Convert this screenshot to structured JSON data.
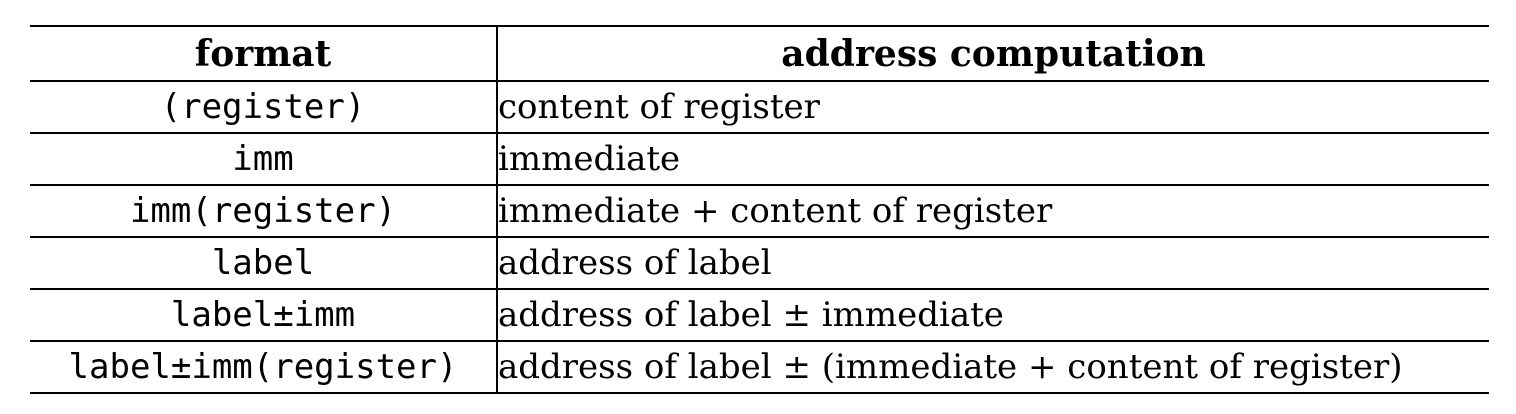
{
  "colors": {
    "background": "#ffffff",
    "text": "#000000",
    "rule": "#000000"
  },
  "table": {
    "columns": [
      {
        "label": "format"
      },
      {
        "label": "address computation"
      }
    ],
    "rows": [
      {
        "format": "(register)",
        "computation": "content of register"
      },
      {
        "format": "imm",
        "computation": "immediate"
      },
      {
        "format": "imm(register)",
        "computation": "immediate + content of register"
      },
      {
        "format": "label",
        "computation": "address of label"
      },
      {
        "format": "label±imm",
        "computation": "address of label ± immediate"
      },
      {
        "format": "label±imm(register)",
        "computation": "address of label ± (immediate + content of register)"
      }
    ]
  },
  "chart_data": {
    "type": "table",
    "title": "",
    "columns": [
      "format",
      "address computation"
    ],
    "rows": [
      [
        "(register)",
        "content of register"
      ],
      [
        "imm",
        "immediate"
      ],
      [
        "imm(register)",
        "immediate + content of register"
      ],
      [
        "label",
        "address of label"
      ],
      [
        "label±imm",
        "address of label ± immediate"
      ],
      [
        "label±imm(register)",
        "address of label ± (immediate + content of register)"
      ]
    ]
  }
}
